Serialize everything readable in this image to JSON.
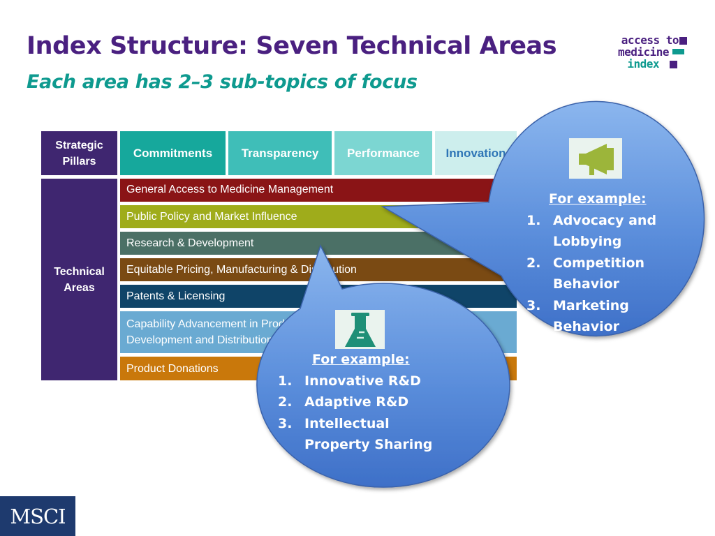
{
  "slide": {
    "title": "Index Structure: Seven Technical Areas",
    "subtitle": "Each area has 2–3 sub-topics of focus"
  },
  "logo": {
    "line1": "access to",
    "line2": "medicine",
    "line3": "index",
    "colors": {
      "purple": "#4a2080",
      "teal": "#0e9a8f"
    }
  },
  "table": {
    "pillars_label": "Strategic Pillars",
    "pillars": [
      {
        "label": "Commitments",
        "color": "#16a89c"
      },
      {
        "label": "Transparency",
        "color": "#3fbeb8"
      },
      {
        "label": "Performance",
        "color": "#7cd6d2"
      },
      {
        "label": "Innovation",
        "color": "#cdeeed",
        "text_color": "#2e75b6"
      }
    ],
    "areas_label": "Technical Areas",
    "label_color": "#3f2670",
    "areas": [
      {
        "line1": "General Access to Medicine Management",
        "line2": "",
        "color": "#8a1416"
      },
      {
        "line1": "Public Policy and Market Influence",
        "line2": "",
        "color": "#9fac1b"
      },
      {
        "line1": "Research & Development",
        "line2": "",
        "color": "#4b7066"
      },
      {
        "line1": "Equitable Pricing, Manufacturing & Distribution",
        "line2": "",
        "color": "#7a4a13"
      },
      {
        "line1": "Patents & Licensing",
        "line2": "",
        "color": "#0f4468"
      },
      {
        "line1": "Capability Advancement in Product",
        "line2": "Development and Distribution",
        "color": "#6aaad2"
      },
      {
        "line1": "Product Donations",
        "line2": "",
        "color": "#c9780b"
      }
    ]
  },
  "callouts": [
    {
      "icon": "megaphone-icon",
      "heading": "For example:",
      "items": [
        {
          "num": "1.",
          "text": "Advocacy and Lobbying"
        },
        {
          "num": "2.",
          "text": "Competition Behavior"
        },
        {
          "num": "3.",
          "text": "Marketing Behavior"
        }
      ]
    },
    {
      "icon": "flask-icon",
      "heading": "For example:",
      "items": [
        {
          "num": "1.",
          "text": "Innovative R&D"
        },
        {
          "num": "2.",
          "text": "Adaptive R&D"
        },
        {
          "num": "3.",
          "text": "Intellectual Property Sharing"
        }
      ]
    }
  ],
  "footer": {
    "brand": "MSCI"
  }
}
